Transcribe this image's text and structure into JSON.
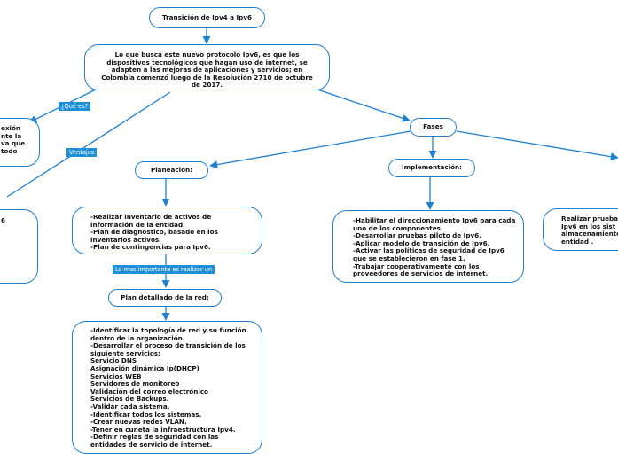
{
  "nodes": {
    "title": "Transición de Ipv4 a Ipv6",
    "intro": "Lo que busca este nuevo protocolo Ipv6, es que los dispositivos tecnológicos que hagan uso de internet, se adapten a las mejoras de aplicaciones y servicios; en Colombia comenzó luego de la Resolución 2710 de octubre de 2017.",
    "que_es": "exión\nnte la\nva que\ntodo",
    "ventajas_box": "6",
    "fases": "Fases",
    "planeacion": "Planeación:",
    "implementacion": "Implementación:",
    "planeacion_detail": "-Realizar inventario de activos de información de la entidad.\n-Plan de diagnostico, basado en los inventarios activos.\n-Plan de contingencias para Ipv6.",
    "implementacion_detail": "-Habilitar el direccionamiento Ipv6 para cada uno de los componentes.\n-Desarrollar pruebas piloto de Ipv6.\n-Aplicar modelo de transición de Ipv6.\n-Activar las políticas de seguridad de Ipv6 que se establecieron en fase 1.\n-Trabajar cooperativamente con los proveedores de servicios de internet.",
    "pruebas": "Realizar prueba\nIpv6 en los sist\nalmacenamiento\nentidad .",
    "plan_red": "Plan detallado de la red:",
    "red_detail": "-Identificar la topología de red y su función dentro de la organización.\n-Desarrollar el proceso de transición de los siguiente servicios:\nServicio DNS\nAsignación dinámica Ip(DHCP)\nServicios WEB\nServidores de monitoreo\nValidación del correo electrónico\nServicios de Backups.\n-Validar cada sistema.\n-Identificar todos los sistemas.\n-Crear nuevas redes VLAN.\n-Tener en cuneta la infraestructura Ipv4.\n-Definir reglas de seguridad con las entidades de servicio de internet."
  },
  "labels": {
    "que_es": "¿Qué es?",
    "ventajas": "Ventajas",
    "importante": "Lo mas importante es realizar un"
  },
  "colors": {
    "line": "#1f7fd1",
    "tag": "#1f8fd8"
  }
}
